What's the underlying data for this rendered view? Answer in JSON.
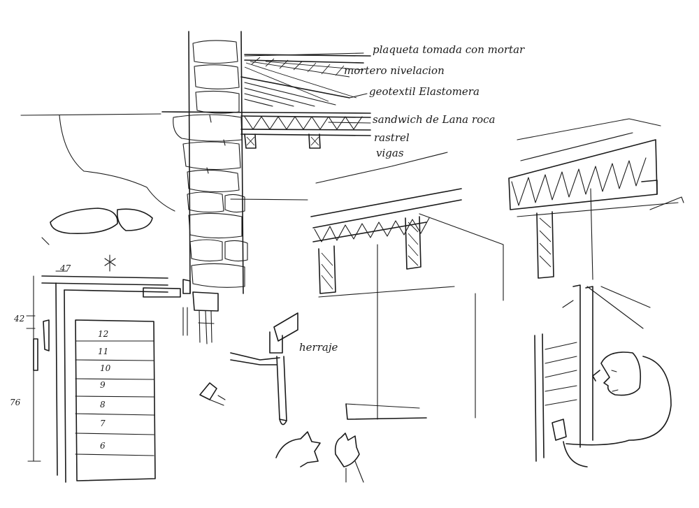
{
  "annotations": {
    "plaqueta": "plaqueta tomada con mortar",
    "mortero": "mortero nivelacion",
    "geotextil": "geotextil Elastomera",
    "sandwich": "sandwich de Lana roca",
    "rastrel": "rastrel",
    "vigas": "vigas",
    "herraje": "herraje"
  },
  "dimensions": {
    "d47": "47",
    "d42": "42",
    "d76": "76"
  },
  "stair_numbers": [
    "12",
    "11",
    "10",
    "9",
    "8",
    "7",
    "6"
  ]
}
